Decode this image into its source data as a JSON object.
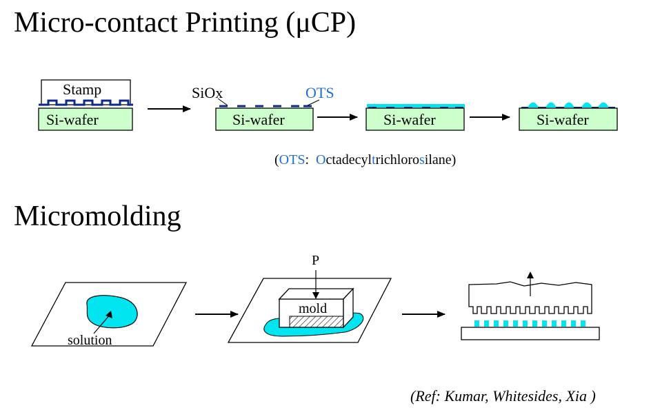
{
  "titles": {
    "mcp": "Micro-contact Printing (μCP)",
    "micromolding": "Micromolding"
  },
  "mcp": {
    "stamp_label": "Stamp",
    "wafer_label": "Si-wafer",
    "siox_label": "SiOx",
    "ots_label": "OTS",
    "note": {
      "open": "(",
      "ots": "OTS",
      "colon": ":  ",
      "o": "O",
      "ctadecyl": "ctadecyl",
      "t": "t",
      "richloro": "richloro",
      "s": "s",
      "ilane": "ilane)"
    }
  },
  "micromolding": {
    "solution_label": "solution",
    "pressure_label": "P",
    "mold_label": "mold"
  },
  "reference": "(Ref:  Kumar, Whitesides, Xia )",
  "colors": {
    "wafer_fill": "#ccffcc",
    "cyan": "#00e5f0",
    "navy": "#0b2a8a",
    "ots_text": "#1f6fd1"
  }
}
